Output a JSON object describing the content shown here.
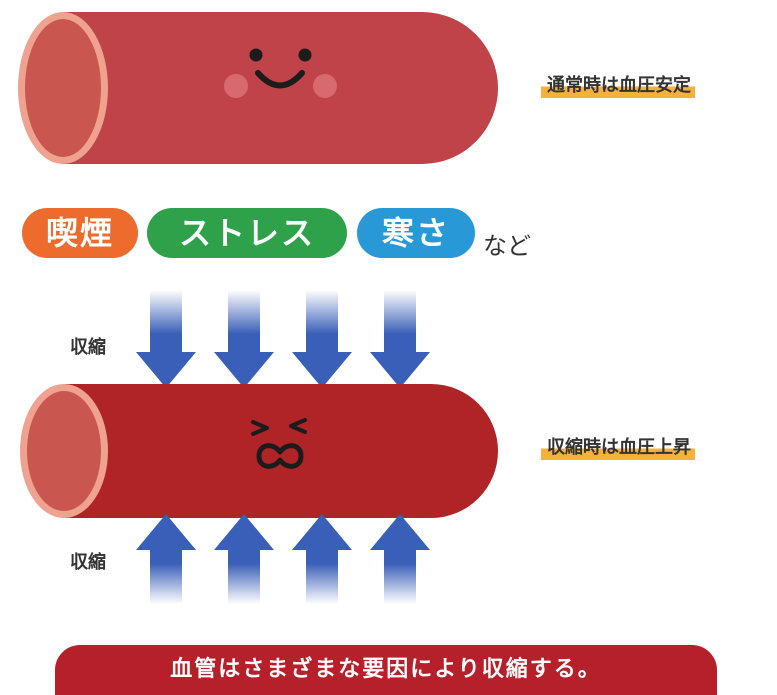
{
  "normal": {
    "caption": "通常時は血圧安定"
  },
  "causes": {
    "items": [
      {
        "label": "喫煙",
        "color": "#ec6b2d"
      },
      {
        "label": "ストレス",
        "color": "#2ea14a"
      },
      {
        "label": "寒さ",
        "color": "#2899d6"
      }
    ],
    "suffix": "など"
  },
  "contract": {
    "label_top": "収縮",
    "label_bottom": "収縮",
    "caption": "収縮時は血圧上昇"
  },
  "colors": {
    "vessel_normal": "#c0434a",
    "vessel_contracted": "#b02427",
    "vessel_rim": "#eea28f",
    "vessel_inner": "#c9574f",
    "arrow": "#3a5fb8",
    "caption_marker": "#f5b13a",
    "banner": "#b5202a"
  },
  "banner": {
    "text": "血管はさまざまな要因により収縮する。"
  }
}
